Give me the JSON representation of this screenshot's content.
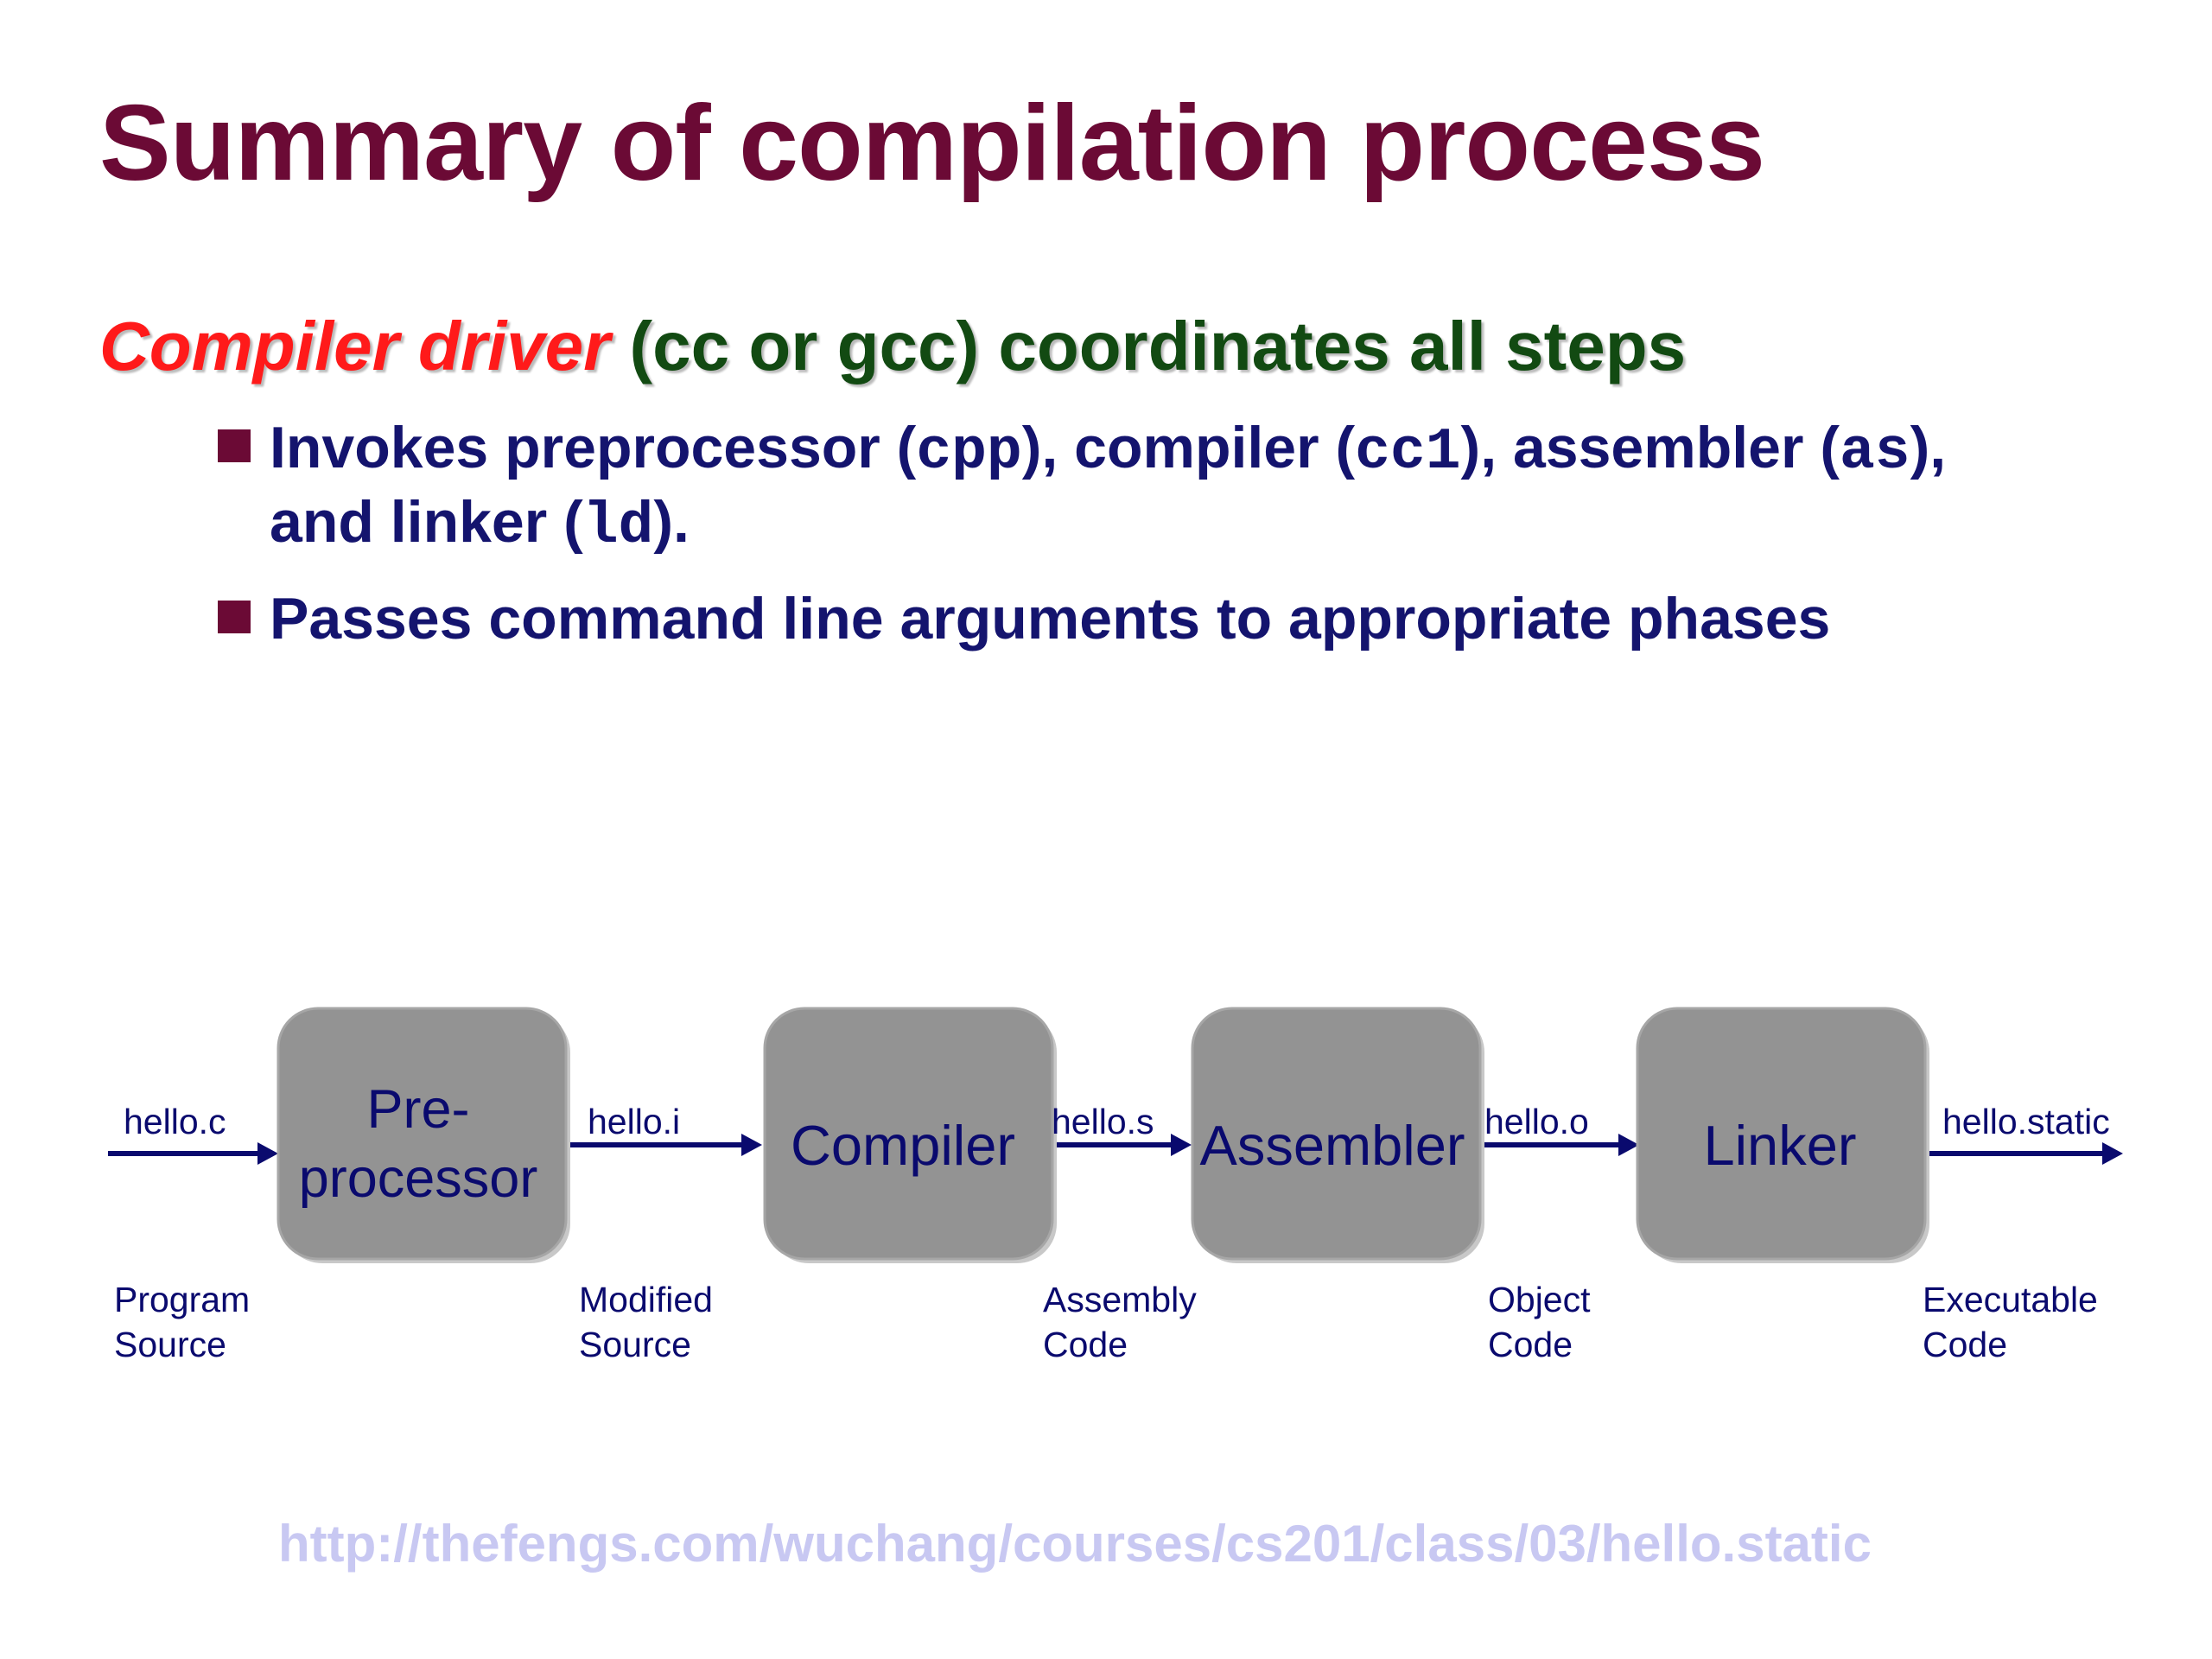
{
  "slide": {
    "title": "Summary of compilation process",
    "headline": {
      "emphasis": "Compiler driver",
      "rest": "(cc or gcc) coordinates all steps"
    },
    "bullets": [
      {
        "line1": {
          "t1": "Invokes preprocessor (",
          "c1": "cpp",
          "t2": "), compiler (",
          "c2": "cc1",
          "t3": "), assembler (",
          "c3": "as",
          "t4": "),"
        },
        "line2": {
          "t1": "and linker (",
          "c1": "ld",
          "t2": ")."
        }
      },
      {
        "text": "Passes command line arguments to appropriate phases"
      }
    ],
    "url": "http://thefengs.com/wuchang/courses/cs201/class/03/hello.static"
  },
  "diagram": {
    "stages": [
      {
        "line1": "Pre-",
        "line2": "processor"
      },
      {
        "label": "Compiler"
      },
      {
        "label": "Assembler"
      },
      {
        "label": "Linker"
      }
    ],
    "files": [
      "hello.c",
      "hello.i",
      "hello.s",
      "hello.o",
      "hello.static"
    ],
    "descriptions": [
      {
        "line1": "Program",
        "line2": "Source"
      },
      {
        "line1": "Modified",
        "line2": "Source"
      },
      {
        "line1": "Assembly",
        "line2": "Code"
      },
      {
        "line1": "Object",
        "line2": "Code"
      },
      {
        "line1": "Executable",
        "line2": "Code"
      }
    ],
    "colors": {
      "box": "#939393",
      "box_shadow": "#c8c8c8",
      "arrow": "#0a0a6e",
      "text": "#0a0a6e"
    }
  }
}
